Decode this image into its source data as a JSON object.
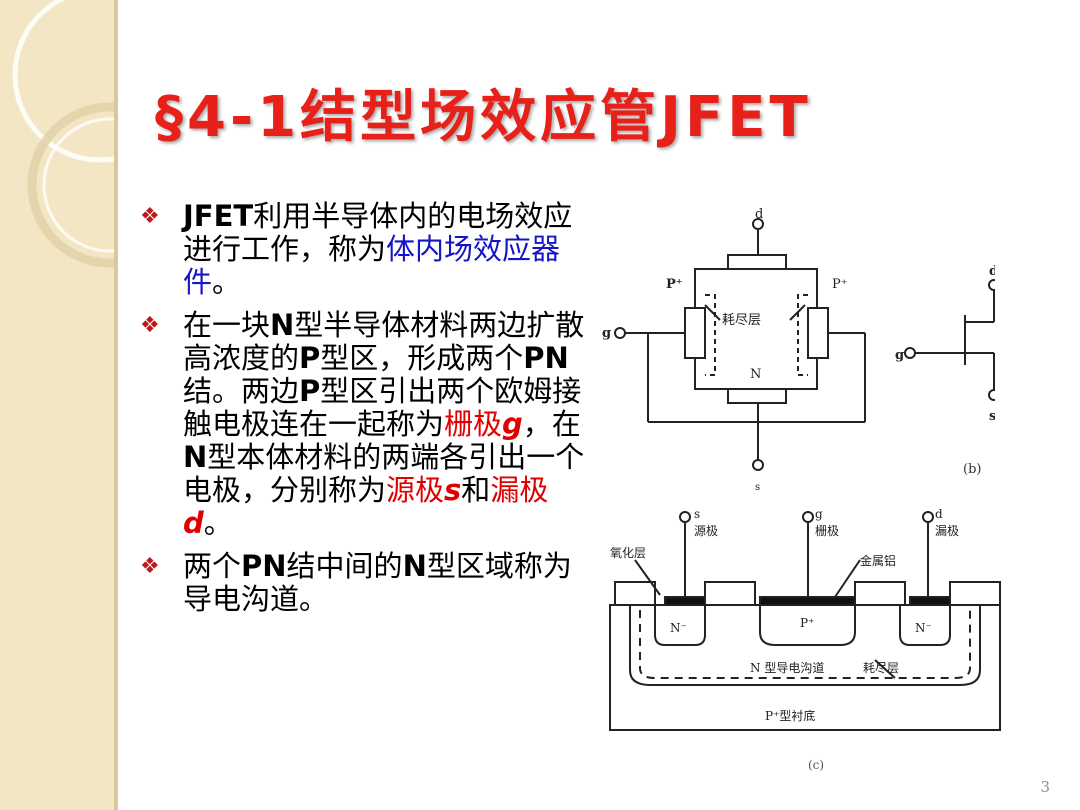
{
  "slide": {
    "title": "§4-1结型场效应管JFET",
    "page_number": "3"
  },
  "bullets": [
    {
      "segments": [
        {
          "text": "JFET",
          "style": "bold"
        },
        {
          "text": "利用半导体内的电场效应进行工作，称为",
          "style": "normal"
        },
        {
          "text": "体内场效应器件",
          "style": "blue"
        },
        {
          "text": "。",
          "style": "normal"
        }
      ]
    },
    {
      "segments": [
        {
          "text": "在一块",
          "style": "normal"
        },
        {
          "text": "N",
          "style": "bold"
        },
        {
          "text": "型半导体材料两边扩散高浓度的",
          "style": "normal"
        },
        {
          "text": "P",
          "style": "bold"
        },
        {
          "text": "型区，形成两个",
          "style": "normal"
        },
        {
          "text": "PN",
          "style": "bold"
        },
        {
          "text": "结。两边",
          "style": "normal"
        },
        {
          "text": "P",
          "style": "bold"
        },
        {
          "text": "型区引出两个欧姆接触电极连在一起称为",
          "style": "normal"
        },
        {
          "text": "栅极",
          "style": "red"
        },
        {
          "text": "g",
          "style": "red-bold-italic"
        },
        {
          "text": "，在",
          "style": "normal"
        },
        {
          "text": "N",
          "style": "bold"
        },
        {
          "text": "型本体材料的两端各引出一个电极，分别称为",
          "style": "normal"
        },
        {
          "text": "源极",
          "style": "red"
        },
        {
          "text": "s",
          "style": "red-bold-italic"
        },
        {
          "text": "和",
          "style": "normal"
        },
        {
          "text": "漏极",
          "style": "red"
        },
        {
          "text": "d",
          "style": "red-bold-italic"
        },
        {
          "text": "。",
          "style": "normal"
        }
      ]
    },
    {
      "segments": [
        {
          "text": "两个",
          "style": "normal"
        },
        {
          "text": "PN",
          "style": "bold"
        },
        {
          "text": "结中间的",
          "style": "normal"
        },
        {
          "text": "N",
          "style": "bold"
        },
        {
          "text": "型区域称为导电沟道。",
          "style": "normal"
        }
      ]
    }
  ],
  "diagram_b": {
    "terminal_d": "d",
    "terminal_s": "s",
    "terminal_g": "g",
    "label_p_left": "P⁺",
    "label_p_right": "P⁺",
    "label_depletion": "耗尽层",
    "label_n": "N",
    "caption": "(b)"
  },
  "symbol": {
    "terminal_d": "d",
    "terminal_g": "g",
    "terminal_s": "s"
  },
  "diagram_c": {
    "terminal_s": "s",
    "terminal_s_name": "源极",
    "terminal_g": "g",
    "terminal_g_name": "栅极",
    "terminal_d": "d",
    "terminal_d_name": "漏极",
    "label_oxide": "氧化层",
    "label_metal": "金属铝",
    "label_n_left": "N⁻",
    "label_p_center": "P⁺",
    "label_n_right": "N⁻",
    "label_channel": "N 型导电沟道",
    "label_depletion": "耗尽层",
    "label_substrate": "P⁺型衬底",
    "caption": "(c)"
  },
  "colors": {
    "title": "#e8201a",
    "bullet_mark": "#c0181a",
    "highlight_blue": "#1414c8",
    "highlight_red": "#e00000",
    "band": "#f2e6c5"
  }
}
